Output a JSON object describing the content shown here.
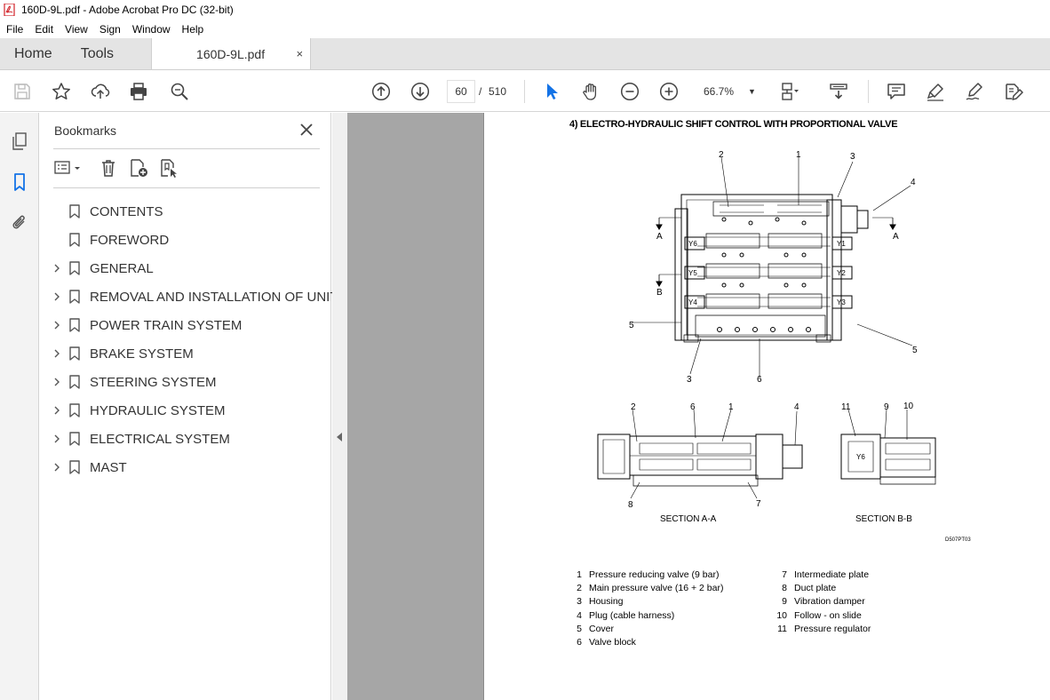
{
  "window": {
    "title": "160D-9L.pdf - Adobe Acrobat Pro DC (32-bit)"
  },
  "menu": [
    "File",
    "Edit",
    "View",
    "Sign",
    "Window",
    "Help"
  ],
  "tabs": {
    "home": "Home",
    "tools": "Tools",
    "document": "160D-9L.pdf",
    "close": "×"
  },
  "toolbar": {
    "page_current": "60",
    "page_sep": "/",
    "page_total": "510",
    "zoom": "66.7%"
  },
  "bookmarks": {
    "title": "Bookmarks",
    "items": [
      {
        "label": "CONTENTS",
        "expandable": false
      },
      {
        "label": "FOREWORD",
        "expandable": false
      },
      {
        "label": "GENERAL",
        "expandable": true
      },
      {
        "label": "REMOVAL AND INSTALLATION OF UNIT",
        "expandable": true
      },
      {
        "label": "POWER TRAIN SYSTEM",
        "expandable": true
      },
      {
        "label": "BRAKE SYSTEM",
        "expandable": true
      },
      {
        "label": "STEERING SYSTEM",
        "expandable": true
      },
      {
        "label": "HYDRAULIC SYSTEM",
        "expandable": true
      },
      {
        "label": "ELECTRICAL SYSTEM",
        "expandable": true
      },
      {
        "label": "MAST",
        "expandable": true
      }
    ]
  },
  "document": {
    "heading": "4) ELECTRO-HYDRAULIC SHIFT CONTROL WITH PROPORTIONAL VALVE",
    "callouts_top": [
      "2",
      "1",
      "3",
      "4",
      "5",
      "5",
      "3",
      "6"
    ],
    "section_marks": {
      "a": "A",
      "b": "B"
    },
    "solenoids": [
      "Y6",
      "Y5",
      "Y4",
      "Y1",
      "Y2",
      "Y3"
    ],
    "callouts_a": [
      "2",
      "6",
      "1",
      "4",
      "8",
      "7"
    ],
    "callouts_b": [
      "11",
      "9",
      "10"
    ],
    "solenoid_b": "Y6",
    "section_a": "SECTION A-A",
    "section_b": "SECTION B-B",
    "figure_code": "D507PT03",
    "legend_left": [
      {
        "num": "1",
        "text": "Pressure reducing valve (9 bar)"
      },
      {
        "num": "2",
        "text": "Main pressure valve (16 + 2 bar)"
      },
      {
        "num": "3",
        "text": "Housing"
      },
      {
        "num": "4",
        "text": "Plug (cable harness)"
      },
      {
        "num": "5",
        "text": "Cover"
      },
      {
        "num": "6",
        "text": "Valve block"
      }
    ],
    "legend_right": [
      {
        "num": "7",
        "text": "Intermediate plate"
      },
      {
        "num": "8",
        "text": "Duct plate"
      },
      {
        "num": "9",
        "text": "Vibration damper"
      },
      {
        "num": "10",
        "text": "Follow - on slide"
      },
      {
        "num": "11",
        "text": "Pressure regulator"
      }
    ]
  },
  "colors": {
    "accent": "#1473e6",
    "app_icon": "#d2232a",
    "canvas": "#a6a6a6"
  },
  "icons": [
    "save-icon",
    "bookmark-star-icon",
    "upload-icon",
    "print-icon",
    "find-icon",
    "prev-page-icon",
    "next-page-icon",
    "select-arrow-icon",
    "hand-icon",
    "zoom-out-icon",
    "zoom-in-icon",
    "page-layout-icon",
    "scroll-icon",
    "comment-icon",
    "highlight-icon",
    "sign-icon",
    "edit-icon"
  ]
}
